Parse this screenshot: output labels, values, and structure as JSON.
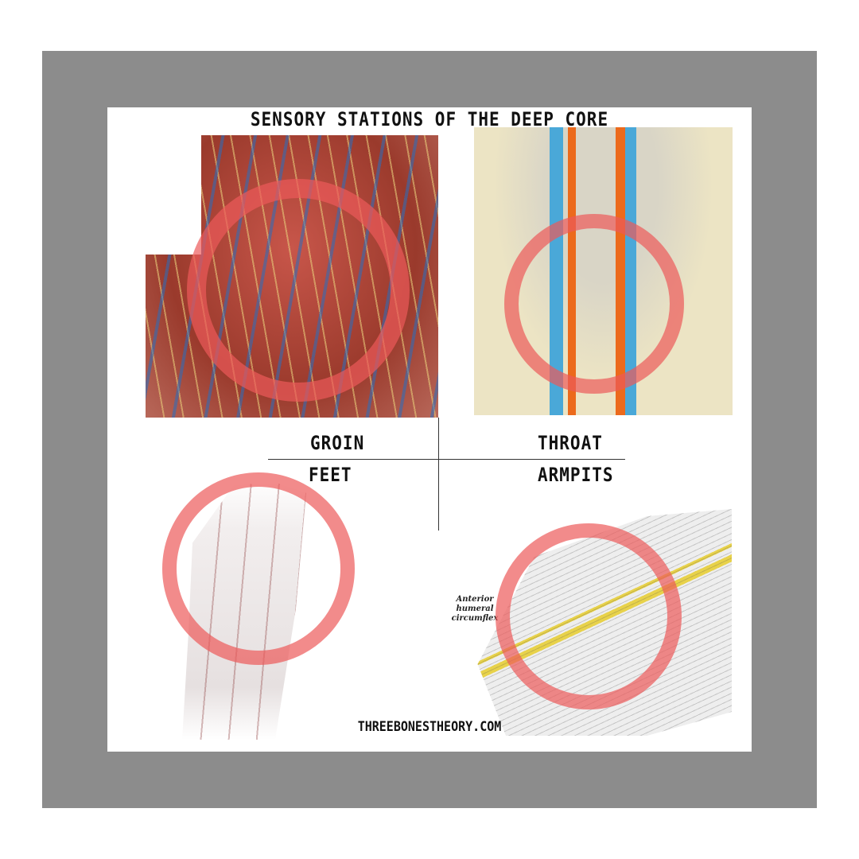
{
  "title": "SENSORY STATIONS OF THE DEEP CORE",
  "stations": [
    {
      "label": "GROIN"
    },
    {
      "label": "THROAT"
    },
    {
      "label": "FEET"
    },
    {
      "label": "ARMPITS"
    }
  ],
  "armpit_annotation": "Anterior humeral circumflex",
  "footer": "THREEBONESTHEORY.COM",
  "colors": {
    "frame": "#8c8c8c",
    "ring": "#ec5a5a"
  }
}
